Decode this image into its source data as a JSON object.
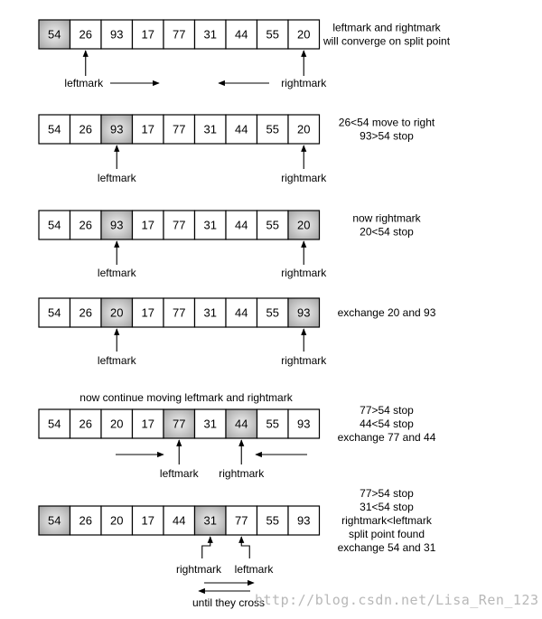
{
  "colors": {
    "cell_fill": "#ffffff",
    "highlight_light": "#f0f0f0",
    "highlight_dark": "#a8a8a8",
    "stroke": "#000000"
  },
  "steps": [
    {
      "values": [
        "54",
        "26",
        "93",
        "17",
        "77",
        "31",
        "44",
        "55",
        "20"
      ],
      "highlight": [
        0
      ],
      "labels": [
        "leftmark",
        "rightmark"
      ],
      "notes": [
        "leftmark and rightmark",
        "will converge on split point"
      ]
    },
    {
      "values": [
        "54",
        "26",
        "93",
        "17",
        "77",
        "31",
        "44",
        "55",
        "20"
      ],
      "highlight": [
        2
      ],
      "labels": [
        "leftmark",
        "rightmark"
      ],
      "notes": [
        "26<54 move to right",
        "93>54 stop"
      ]
    },
    {
      "values": [
        "54",
        "26",
        "93",
        "17",
        "77",
        "31",
        "44",
        "55",
        "20"
      ],
      "highlight": [
        2,
        8
      ],
      "labels": [
        "leftmark",
        "rightmark"
      ],
      "notes": [
        "now rightmark",
        "20<54 stop"
      ]
    },
    {
      "values": [
        "54",
        "26",
        "20",
        "17",
        "77",
        "31",
        "44",
        "55",
        "93"
      ],
      "highlight": [
        2,
        8
      ],
      "labels": [
        "leftmark",
        "rightmark"
      ],
      "notes": [
        "exchange 20 and 93"
      ]
    },
    {
      "title": "now continue moving leftmark and rightmark",
      "values": [
        "54",
        "26",
        "20",
        "17",
        "77",
        "31",
        "44",
        "55",
        "93"
      ],
      "highlight": [
        4,
        6
      ],
      "labels": [
        "leftmark",
        "rightmark"
      ],
      "notes": [
        "77>54 stop",
        "44<54 stop",
        "exchange 77 and 44"
      ]
    },
    {
      "values": [
        "54",
        "26",
        "20",
        "17",
        "44",
        "31",
        "77",
        "55",
        "93"
      ],
      "highlight": [
        0,
        5
      ],
      "labels": [
        "rightmark",
        "leftmark"
      ],
      "notes": [
        "77>54 stop",
        "31<54 stop",
        "rightmark<leftmark",
        "split point found",
        "exchange 54 and 31"
      ],
      "caption": "until they cross"
    }
  ],
  "watermark": "http://blog.csdn.net/Lisa_Ren_123"
}
